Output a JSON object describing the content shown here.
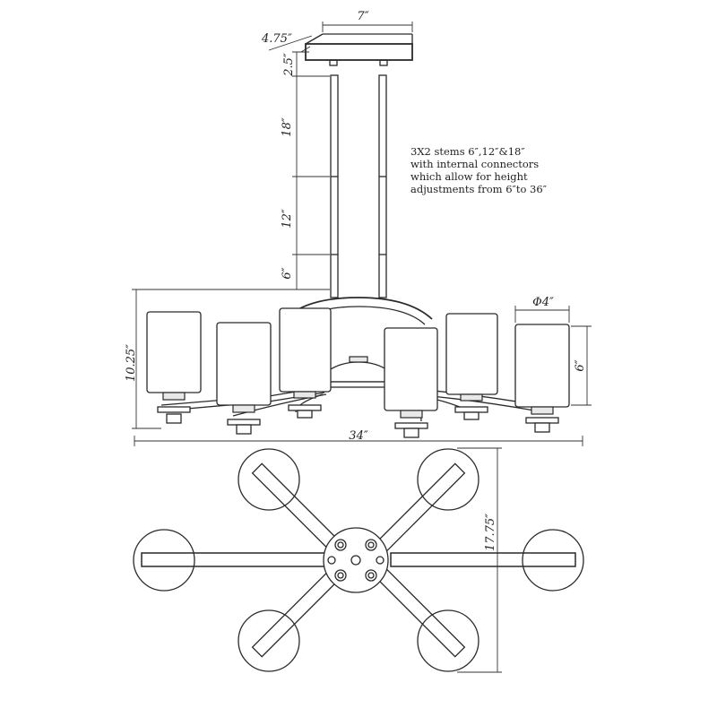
{
  "dimensions": {
    "canopy_depth": "4.75″",
    "canopy_width": "7″",
    "canopy_height": "2.5″",
    "stem_18": "18″",
    "stem_12": "12″",
    "stem_6": "6″",
    "overall_height": "10.25″",
    "shade_diameter": "Φ4″",
    "shade_height": "6″",
    "overall_width": "34″",
    "overall_depth": "17.75″"
  },
  "note": {
    "lines": [
      "3X2 stems 6″,12″&18″",
      "with internal connectors",
      "which allow for height",
      "adjustments from 6″to 36″"
    ]
  }
}
